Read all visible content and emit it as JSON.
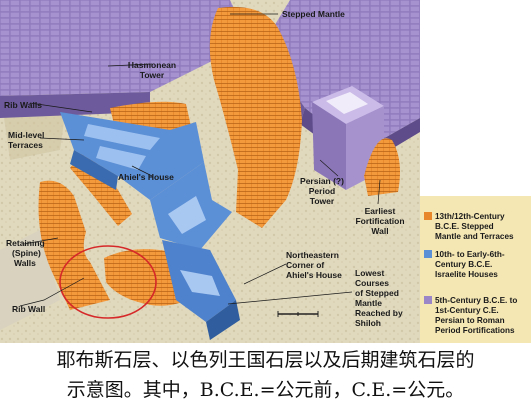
{
  "labels": {
    "stepped_mantle": "Stepped Mantle",
    "hasmonean_tower": [
      "Hasmonean",
      "Tower"
    ],
    "rib_walls": "Rib Walls",
    "mid_level_terraces": [
      "Mid-level",
      "Terraces"
    ],
    "ahiels_house": "Ahiel's House",
    "retaining_spine_walls": [
      "Retaining",
      "(Spine)",
      "Walls"
    ],
    "rib_wall": "Rib Wall",
    "persian_period_tower": [
      "Persian (?)",
      "Period",
      "Tower"
    ],
    "earliest_fortification_wall": [
      "Earliest",
      "Fortification",
      "Wall"
    ],
    "northeastern_corner": [
      "Northeastern",
      "Corner of",
      "Ahiel's House"
    ],
    "lowest_courses": [
      "Lowest",
      "Courses",
      "of Stepped",
      "Mantle",
      "Reached by",
      "Shiloh"
    ]
  },
  "legend": [
    {
      "color": "#e8862a",
      "lines": [
        "13th/12th-Century",
        "B.C.E. Stepped",
        "Mantle and Terraces"
      ]
    },
    {
      "color": "#5b8fd6",
      "lines": [
        "10th- to Early-6th-",
        "Century B.C.E.",
        "Israelite Houses"
      ]
    },
    {
      "color": "#9b86c8",
      "lines": [
        "5th-Century B.C.E. to",
        "1st-Century C.E.",
        "Persian to Roman",
        "Period Fortifications"
      ]
    }
  ],
  "caption": {
    "line1": "耶布斯石层、以色列王国石层以及后期建筑石层的",
    "line2": "示意图。其中，B.C.E.=公元前，C.E.=公元。"
  },
  "colors": {
    "mantle": "#e8862a",
    "houses": "#5b8fd6",
    "fortification": "#9b86c8",
    "legend_bg": "#f4e7b4"
  }
}
